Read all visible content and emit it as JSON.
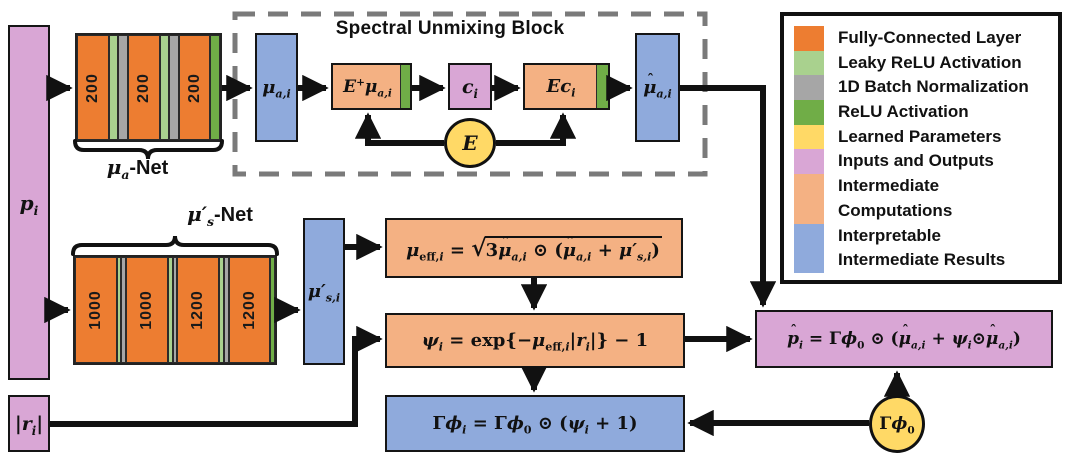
{
  "colors": {
    "orange": "#ED7D31",
    "light_green": "#A9D18E",
    "gray": "#A6A6A6",
    "green": "#70AD47",
    "yellow": "#FFD966",
    "pink": "#D9A6D5",
    "peach": "#F4B183",
    "blue": "#8FAADC",
    "line": "#111111",
    "dash_border": "#7a7a7a"
  },
  "spectral_block": {
    "title": "Spectral Unmixing Block"
  },
  "networks": {
    "mu_a": {
      "label_tokens": [
        [
          "i",
          "μ"
        ],
        [
          "sub",
          "a"
        ],
        [
          "sf",
          "-Net"
        ]
      ],
      "layers": [
        {
          "color": "orange",
          "label": "200"
        },
        {
          "color": "light_green",
          "label": ""
        },
        {
          "color": "gray",
          "label": ""
        },
        {
          "color": "orange",
          "label": "200"
        },
        {
          "color": "light_green",
          "label": ""
        },
        {
          "color": "gray",
          "label": ""
        },
        {
          "color": "orange",
          "label": "200"
        },
        {
          "color": "green",
          "label": ""
        }
      ]
    },
    "mu_s": {
      "label_tokens": [
        [
          "i",
          "μ′"
        ],
        [
          "sub",
          "s"
        ],
        [
          "sf",
          "-Net"
        ]
      ],
      "layers": [
        {
          "color": "orange",
          "label": "1000"
        },
        {
          "color": "light_green",
          "label": ""
        },
        {
          "color": "gray",
          "label": ""
        },
        {
          "color": "orange",
          "label": "1000"
        },
        {
          "color": "light_green",
          "label": ""
        },
        {
          "color": "gray",
          "label": ""
        },
        {
          "color": "orange",
          "label": "1200"
        },
        {
          "color": "light_green",
          "label": ""
        },
        {
          "color": "gray",
          "label": ""
        },
        {
          "color": "orange",
          "label": "1200"
        },
        {
          "color": "green",
          "label": ""
        }
      ]
    }
  },
  "nodes": {
    "p_input": [
      [
        "i",
        "p"
      ],
      [
        "sub",
        "i"
      ]
    ],
    "r_input": [
      [
        "n",
        "|"
      ],
      [
        "i",
        "r"
      ],
      [
        "sub",
        "i"
      ],
      [
        "n",
        "|"
      ]
    ],
    "mu_ai": [
      [
        "i",
        "μ"
      ],
      [
        "sub",
        "a,i"
      ]
    ],
    "e_plus_mu": [
      [
        "i",
        "E"
      ],
      [
        "sup",
        "+"
      ],
      [
        "i",
        "μ"
      ],
      [
        "sub",
        "a,i"
      ]
    ],
    "c_i": [
      [
        "i",
        "c"
      ],
      [
        "sub",
        "i"
      ]
    ],
    "ec_i": [
      [
        "i",
        "Ec"
      ],
      [
        "sub",
        "i"
      ]
    ],
    "e_matrix": [
      [
        "i",
        "E"
      ]
    ],
    "mu_s_i": [
      [
        "i",
        "μ′"
      ],
      [
        "sub",
        "s,i"
      ]
    ],
    "mu_ai_hat": [
      [
        "hat",
        "μ"
      ],
      [
        "sub",
        "a,i"
      ]
    ],
    "gamma_phi_0": [
      [
        "n",
        "Γ"
      ],
      [
        "i",
        "ϕ"
      ],
      [
        "subn",
        "0"
      ]
    ]
  },
  "formulas": {
    "mu_eff": [
      [
        "i",
        "μ"
      ],
      [
        "subn",
        "eff,"
      ],
      [
        "sub",
        "i"
      ],
      [
        "n",
        " = "
      ],
      [
        "sqrt",
        "√"
      ],
      [
        "ov",
        [
          [
            "n",
            "3"
          ],
          [
            "hat",
            "μ"
          ],
          [
            "sub",
            "a,i"
          ],
          [
            "n",
            " ⊙ ("
          ],
          [
            "hat",
            "μ"
          ],
          [
            "sub",
            "a,i"
          ],
          [
            "n",
            " + "
          ],
          [
            "i",
            "μ′"
          ],
          [
            "sub",
            "s,i"
          ],
          [
            "n",
            ")"
          ]
        ]
      ]
    ],
    "psi": [
      [
        "i",
        "ψ"
      ],
      [
        "sub",
        "i"
      ],
      [
        "n",
        " = exp{−"
      ],
      [
        "i",
        "μ"
      ],
      [
        "subn",
        "eff,"
      ],
      [
        "sub",
        "i"
      ],
      [
        "n",
        "|"
      ],
      [
        "i",
        "r"
      ],
      [
        "sub",
        "i"
      ],
      [
        "n",
        "|} − 1"
      ]
    ],
    "gamma_phi": [
      [
        "n",
        "Γ"
      ],
      [
        "i",
        "ϕ"
      ],
      [
        "sub",
        "i"
      ],
      [
        "n",
        " = Γ"
      ],
      [
        "i",
        "ϕ"
      ],
      [
        "subn",
        "0"
      ],
      [
        "n",
        " ⊙ ("
      ],
      [
        "i",
        "ψ"
      ],
      [
        "sub",
        "i"
      ],
      [
        "n",
        " + 1)"
      ]
    ],
    "p_hat": [
      [
        "hat",
        "p"
      ],
      [
        "sub",
        "i"
      ],
      [
        "n",
        " = Γ"
      ],
      [
        "i",
        "ϕ"
      ],
      [
        "subn",
        "0"
      ],
      [
        "n",
        " ⊙ ("
      ],
      [
        "hat",
        "μ"
      ],
      [
        "sub",
        "a,i"
      ],
      [
        "n",
        " + "
      ],
      [
        "i",
        "ψ"
      ],
      [
        "sub",
        "i"
      ],
      [
        "n",
        "⊙"
      ],
      [
        "hat",
        "μ"
      ],
      [
        "sub",
        "a,i"
      ],
      [
        "n",
        ")"
      ]
    ]
  },
  "legend": {
    "items": [
      {
        "color": "orange",
        "lines": [
          "Fully-Connected Layer"
        ]
      },
      {
        "color": "light_green",
        "lines": [
          "Leaky ReLU Activation"
        ]
      },
      {
        "color": "gray",
        "lines": [
          "1D Batch Normalization"
        ]
      },
      {
        "color": "green",
        "lines": [
          "ReLU Activation"
        ]
      },
      {
        "color": "yellow",
        "lines": [
          "Learned Parameters"
        ]
      },
      {
        "color": "pink",
        "lines": [
          "Inputs and Outputs"
        ]
      },
      {
        "color": "peach",
        "lines": [
          "Intermediate",
          "Computations"
        ]
      },
      {
        "color": "blue",
        "lines": [
          "Interpretable",
          "Intermediate Results"
        ]
      }
    ]
  }
}
